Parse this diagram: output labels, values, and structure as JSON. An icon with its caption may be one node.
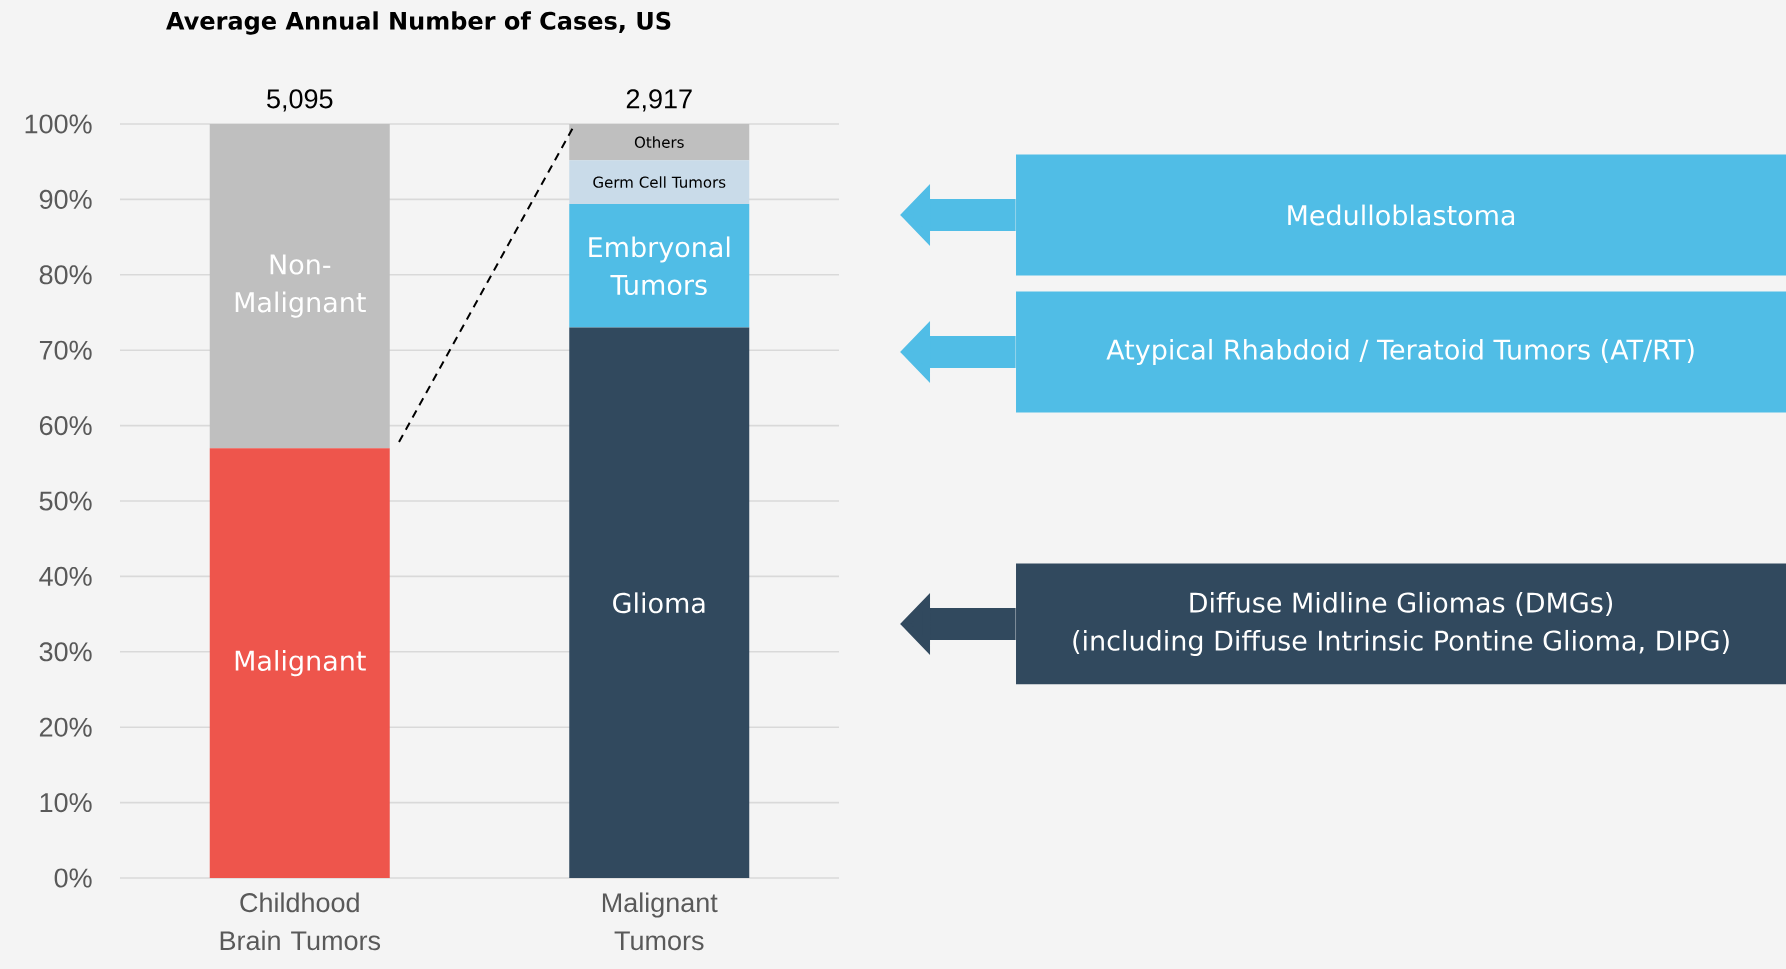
{
  "diagram": {
    "nodes": [
      {
        "text": [
          "Medulloblastoma"
        ]
      },
      {
        "text": [
          "Atypical Rhabdoid / Teratoid Tumors (AT/RT)"
        ]
      },
      {
        "text": [
          "Diffuse Midline Gliomas (DMGs)",
          "(including Diffuse Intrinsic Pontine Glioma, DIPG)"
        ]
      }
    ],
    "edges": [
      {
        "from": 0,
        "to": null,
        "arrow": "to"
      },
      {
        "from": 1,
        "to": null,
        "arrow": "to"
      },
      {
        "from": 2,
        "to": null,
        "arrow": "to",
        "color": "#31495e"
      }
    ],
    "chart_data": {
      "type": "bar",
      "title": "Average Annual Number of Cases, US",
      "stacked": true,
      "orientation": "vertical",
      "categories": [
        "Childhood Brain Tumors",
        "Malignant Tumors"
      ],
      "series": [
        {
          "name": "Malignant",
          "color": "#ee554c",
          "values": [
            57,
            null
          ]
        },
        {
          "name": "Non-Malignant",
          "color": "#bfbfbf",
          "values": [
            43,
            null
          ]
        },
        {
          "name": "Glioma",
          "color": "#31495e",
          "values": [
            null,
            73
          ]
        },
        {
          "name": "Embryonal Tumors",
          "color": "#50bde6",
          "values": [
            null,
            16.4
          ]
        },
        {
          "name": "Germ Cell Tumors",
          "color": "#c9dbe9",
          "values": [
            null,
            5.8
          ]
        },
        {
          "name": "Others",
          "color": "#bfbfbf",
          "values": [
            null,
            4.8
          ]
        }
      ],
      "ylim": [
        0,
        100
      ],
      "grid": true,
      "yticks": [
        {
          "value": 0,
          "label": "0%"
        },
        {
          "value": 10,
          "label": "10%"
        },
        {
          "value": 20,
          "label": "20%"
        },
        {
          "value": 30,
          "label": "30%"
        },
        {
          "value": 40,
          "label": "40%"
        },
        {
          "value": 50,
          "label": "50%"
        },
        {
          "value": 60,
          "label": "60%"
        },
        {
          "value": 70,
          "label": "70%"
        },
        {
          "value": 80,
          "label": "80%"
        },
        {
          "value": 90,
          "label": "90%"
        },
        {
          "value": 100,
          "label": "100%"
        }
      ],
      "annotations": [
        "5,095",
        "2,917"
      ]
    }
  }
}
